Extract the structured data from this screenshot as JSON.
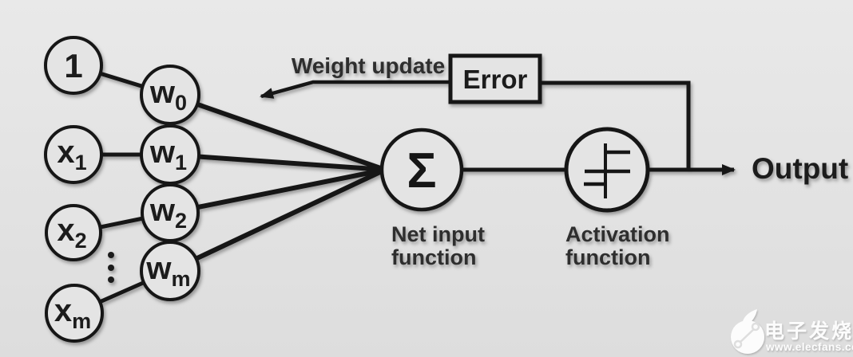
{
  "scene": {
    "background_top": "#e9e9e9",
    "background_bottom": "#dddddd",
    "ink_color": "#151515"
  },
  "nodes": {
    "inputs": [
      {
        "base": "1",
        "sub": ""
      },
      {
        "base": "x",
        "sub": "1"
      },
      {
        "base": "x",
        "sub": "2"
      },
      {
        "base": "x",
        "sub": "m"
      }
    ],
    "weights": [
      {
        "base": "w",
        "sub": "0"
      },
      {
        "base": "w",
        "sub": "1"
      },
      {
        "base": "w",
        "sub": "2"
      },
      {
        "base": "w",
        "sub": "m"
      }
    ],
    "sum_symbol": "Σ"
  },
  "labels": {
    "weight_update": "Weight update",
    "error": "Error",
    "net_input_line1": "Net input",
    "net_input_line2": "function",
    "activation_line1": "Activation",
    "activation_line2": "function",
    "output": "Output"
  },
  "watermark": {
    "brand": "电子发烧友",
    "url": "www.elecfans.com"
  }
}
